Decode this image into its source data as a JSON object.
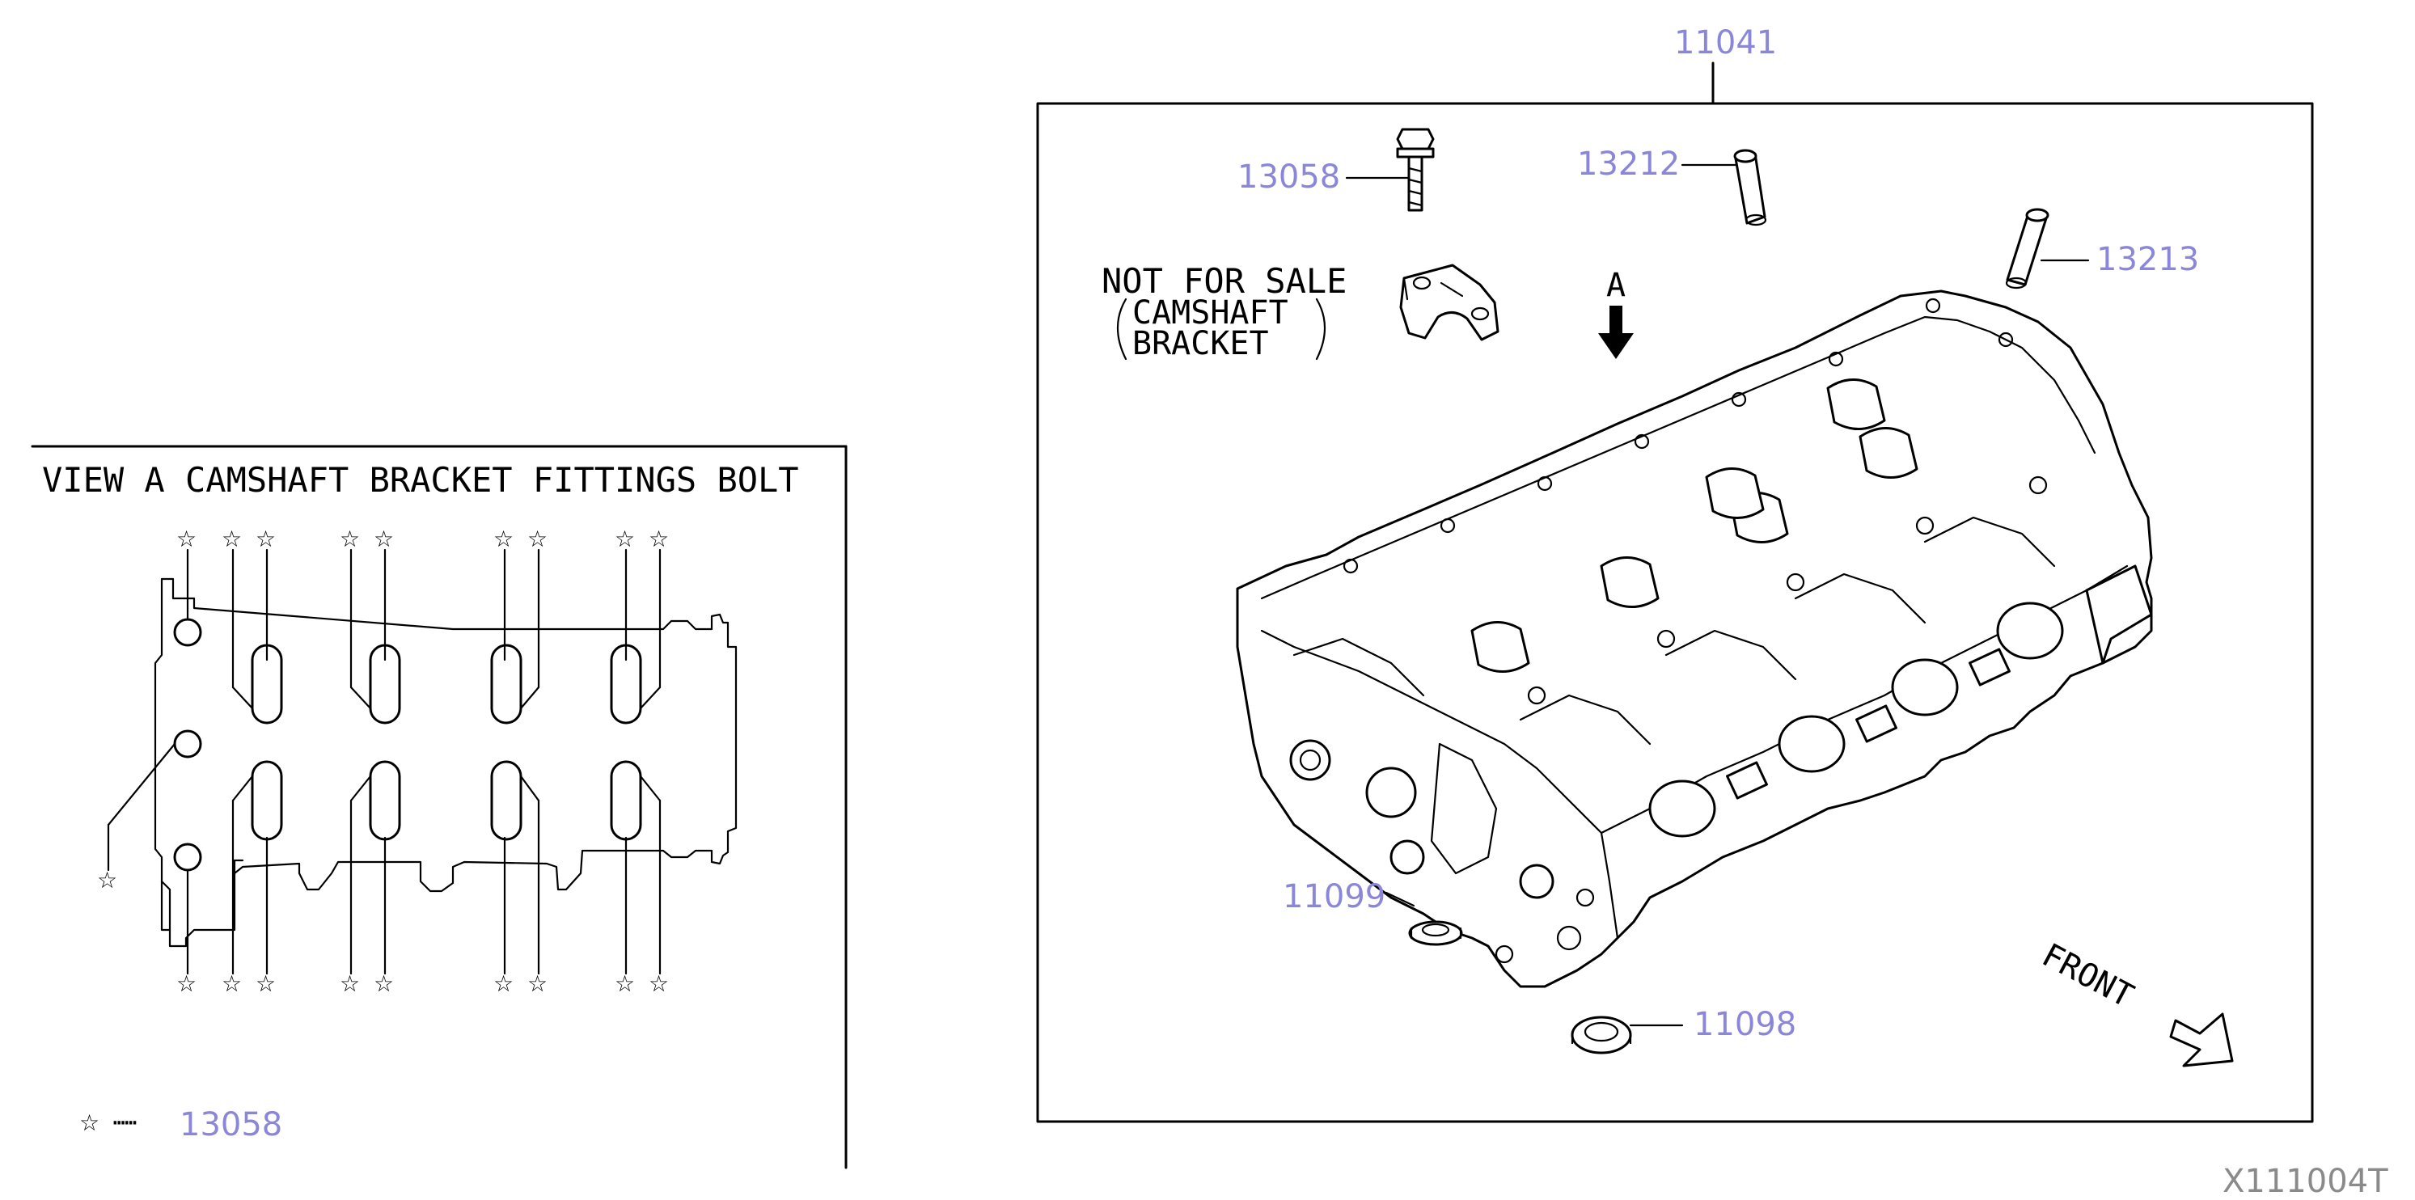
{
  "parts": {
    "p11041": "11041",
    "p13058": "13058",
    "p13212": "13212",
    "p13213": "13213",
    "p11099": "11099",
    "p11098": "11098",
    "legend_part": "13058"
  },
  "labels": {
    "not_for_sale": "NOT FOR SALE",
    "camshaft": "CAMSHAFT",
    "bracket": "BRACKET",
    "view_a_title": "VIEW A   CAMSHAFT BRACKET FITTINGS BOLT",
    "arrow_a": "A",
    "front": "FRONT",
    "star": "☆",
    "legend_dots": "⋯⋯"
  },
  "figure_ref": "X111004T"
}
